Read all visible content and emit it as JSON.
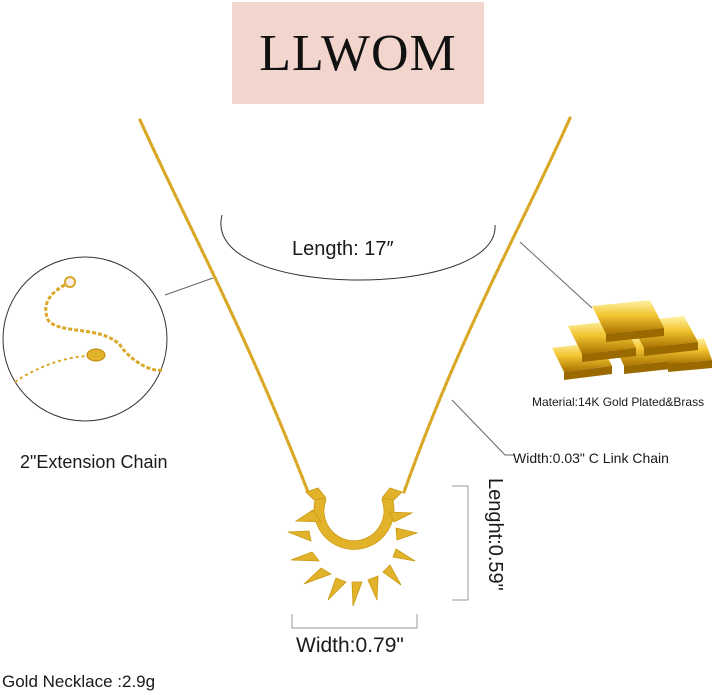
{
  "brand": "LLWOM",
  "length_label": "Length: 17″",
  "extension_label": "2\"Extension Chain",
  "material_label": "Material:14K Gold Plated&Brass",
  "chain_width_label": "Width:0.03\" C Link Chain",
  "pendant_length_label": "Lenght:0.59\"",
  "pendant_width_label": "Width:0.79\"",
  "weight_label": "Gold Necklace :2.9g",
  "colors": {
    "gold": "#e2b22a",
    "gold_dark": "#b8860b",
    "brand_bg": "#f2d5cc"
  }
}
